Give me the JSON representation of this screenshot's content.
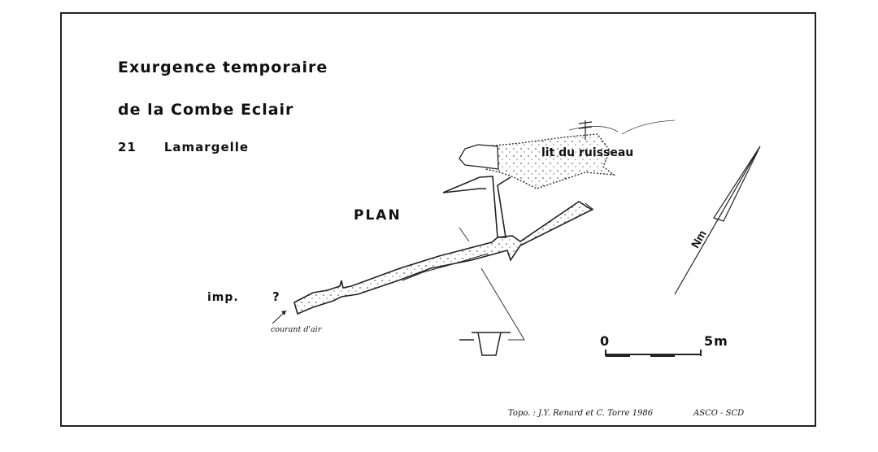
{
  "title": {
    "line1": "Exurgence temporaire",
    "line2": "de la Combe Eclair"
  },
  "location": {
    "number": "21",
    "name": "Lamargelle"
  },
  "view_label": "PLAN",
  "annotations": {
    "imp": "imp.",
    "question": "?",
    "airflow": "courant d'air",
    "stream_bed": "lit du ruisseau"
  },
  "scale": {
    "start": "0",
    "end": "5m"
  },
  "north": "Nm",
  "credits": {
    "survey": "Topo. : J.Y. Renard et C. Torre 1986",
    "club": "ASCO - SCD"
  }
}
